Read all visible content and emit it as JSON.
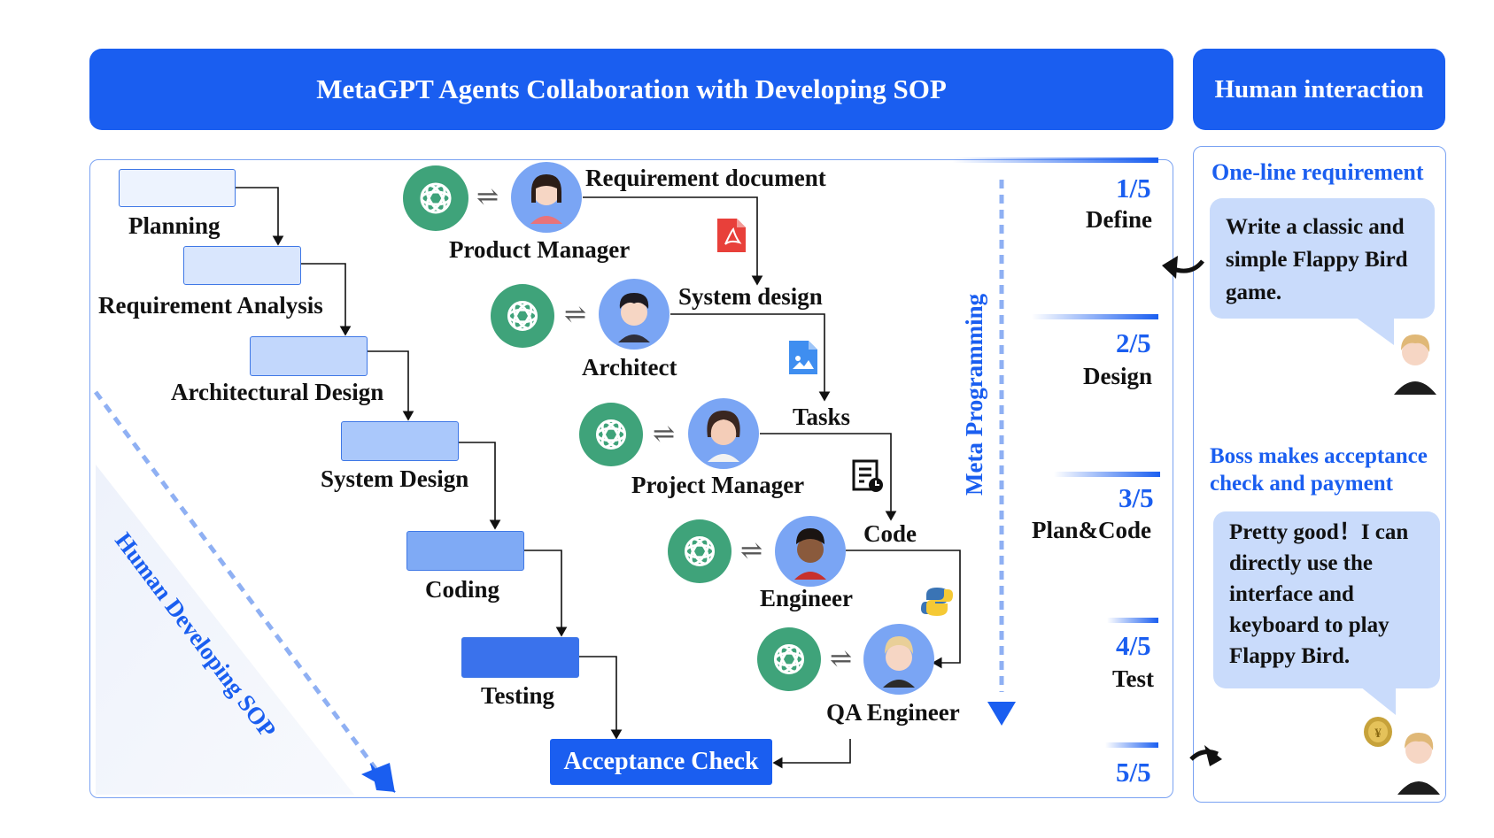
{
  "header": {
    "main_title": "MetaGPT Agents Collaboration with Developing SOP",
    "side_title": "Human interaction"
  },
  "sop_steps": [
    {
      "label": "Planning",
      "color": "#edf3fe"
    },
    {
      "label": "Requirement Analysis",
      "color": "#d9e6fd"
    },
    {
      "label": "Architectural Design",
      "color": "#c2d7fc"
    },
    {
      "label": "System Design",
      "color": "#aac8fb"
    },
    {
      "label": "Coding",
      "color": "#7faaf5"
    },
    {
      "label": "Testing",
      "color": "#3a72ec"
    }
  ],
  "sop_diagonal_label": "Human Developing SOP",
  "acceptance_check": "Acceptance Check",
  "agents": [
    {
      "role": "Product Manager",
      "output": "Requirement document",
      "output_icon": "pdf-icon"
    },
    {
      "role": "Architect",
      "output": "System design",
      "output_icon": "image-file-icon"
    },
    {
      "role": "Project Manager",
      "output": "Tasks",
      "output_icon": "task-list-icon"
    },
    {
      "role": "Engineer",
      "output": "Code",
      "output_icon": "python-icon"
    },
    {
      "role": "QA Engineer",
      "output": "",
      "output_icon": ""
    }
  ],
  "exchange_symbol": "⇌",
  "meta_programming_label": "Meta Programming",
  "phases": [
    {
      "fraction": "1/5",
      "name": "Define"
    },
    {
      "fraction": "2/5",
      "name": "Design"
    },
    {
      "fraction": "3/5",
      "name": "Plan&Code"
    },
    {
      "fraction": "4/5",
      "name": "Test"
    },
    {
      "fraction": "5/5",
      "name": ""
    }
  ],
  "human": {
    "req_title": "One-line requirement",
    "req_text": "Write a classic and simple Flappy Bird game.",
    "boss_title": "Boss makes acceptance check and payment",
    "boss_text": "Pretty good！I can directly use the interface and keyboard to play Flappy Bird."
  },
  "colors": {
    "accent": "#1a5ef0",
    "gpt_green": "#3fa37a",
    "avatar_bg": "#7aa5f4",
    "bubble": "#c9dbfb"
  }
}
